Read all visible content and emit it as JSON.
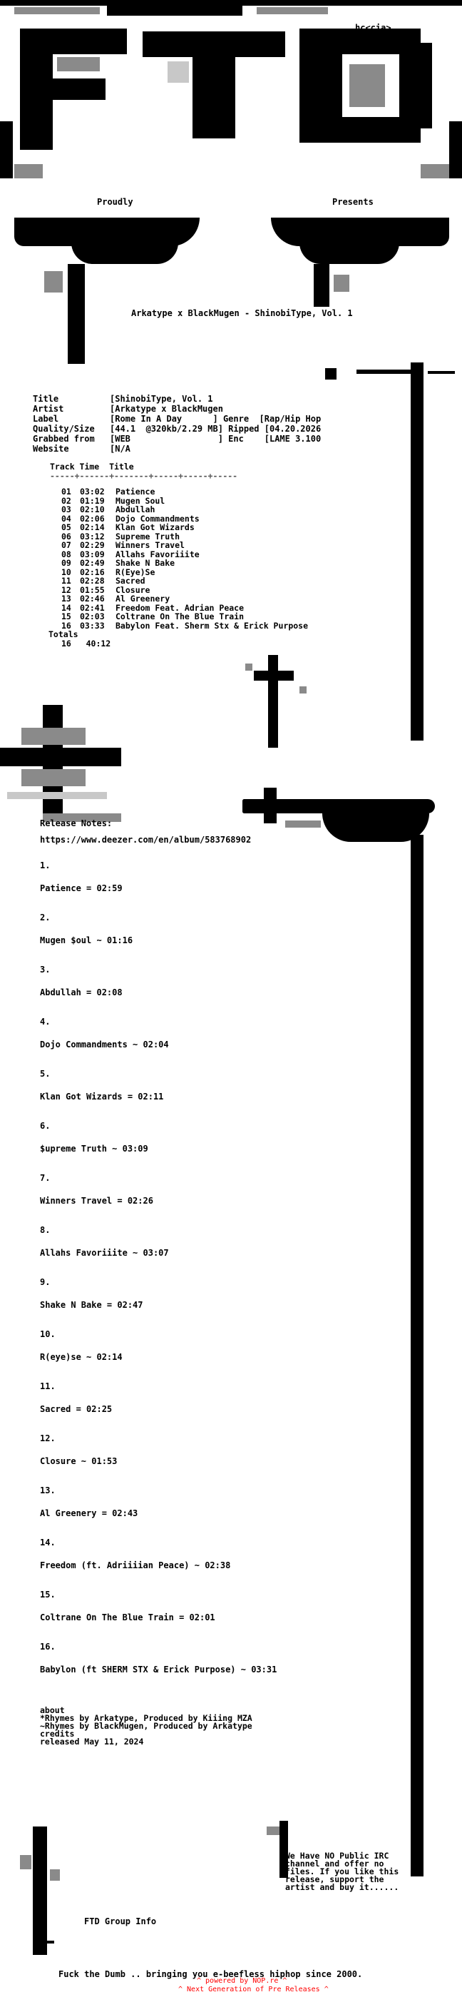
{
  "header": {
    "tag": "hc<cia>",
    "logo_text": "FTD",
    "proudly": "Proudly",
    "presents": "Presents",
    "release_title": "Arkatype x BlackMugen - ShinobiType, Vol. 1"
  },
  "info": {
    "rows": [
      {
        "key": "Title",
        "value": "[ShinobiType, Vol. 1"
      },
      {
        "key": "Artist",
        "value": "[Arkatype x BlackMugen"
      },
      {
        "key": "Label",
        "value": "[Rome In A Day      ] Genre  [Rap/Hip Hop"
      },
      {
        "key": "Quality/Size",
        "value": "[44.1  @320kb/2.29 MB] Ripped [04.20.2026"
      },
      {
        "key": "Grabbed from",
        "value": "[WEB                 ] Enc    [LAME 3.100"
      },
      {
        "key": "Website",
        "value": "[N/A"
      }
    ]
  },
  "tracklist": {
    "header": "Track Time  Title",
    "rule": "-----+------+-------+-----+-----+-----",
    "tracks": [
      {
        "no": "01",
        "time": "03:02",
        "title": "Patience"
      },
      {
        "no": "02",
        "time": "01:19",
        "title": "Mugen Soul"
      },
      {
        "no": "03",
        "time": "02:10",
        "title": "Abdullah"
      },
      {
        "no": "04",
        "time": "02:06",
        "title": "Dojo Commandments"
      },
      {
        "no": "05",
        "time": "02:14",
        "title": "Klan Got Wizards"
      },
      {
        "no": "06",
        "time": "03:12",
        "title": "Supreme Truth"
      },
      {
        "no": "07",
        "time": "02:29",
        "title": "Winners Travel"
      },
      {
        "no": "08",
        "time": "03:09",
        "title": "Allahs Favoriiite"
      },
      {
        "no": "09",
        "time": "02:49",
        "title": "Shake N Bake"
      },
      {
        "no": "10",
        "time": "02:16",
        "title": "R(Eye)Se"
      },
      {
        "no": "11",
        "time": "02:28",
        "title": "Sacred"
      },
      {
        "no": "12",
        "time": "01:55",
        "title": "Closure"
      },
      {
        "no": "13",
        "time": "02:46",
        "title": "Al Greenery"
      },
      {
        "no": "14",
        "time": "02:41",
        "title": "Freedom Feat. Adrian Peace"
      },
      {
        "no": "15",
        "time": "02:03",
        "title": "Coltrane On The Blue Train"
      },
      {
        "no": "16",
        "time": "03:33",
        "title": "Babylon Feat. Sherm Stx & Erick Purpose"
      }
    ],
    "totals_label": "Totals",
    "totals_value": "16   40:12"
  },
  "notes": {
    "heading": "Release Notes:",
    "url": "https://www.deezer.com/en/album/583768902",
    "entries": [
      {
        "num": "1.",
        "line": "Patience = 02:59"
      },
      {
        "num": "2.",
        "line": "Mugen $oul ~ 01:16"
      },
      {
        "num": "3.",
        "line": "Abdullah = 02:08"
      },
      {
        "num": "4.",
        "line": "Dojo Commandments ~ 02:04"
      },
      {
        "num": "5.",
        "line": "Klan Got Wizards = 02:11"
      },
      {
        "num": "6.",
        "line": "$upreme Truth ~ 03:09"
      },
      {
        "num": "7.",
        "line": "Winners Travel = 02:26"
      },
      {
        "num": "8.",
        "line": "Allahs Favoriiite ~ 03:07"
      },
      {
        "num": "9.",
        "line": "Shake N Bake = 02:47"
      },
      {
        "num": "10.",
        "line": "R(eye)se ~ 02:14"
      },
      {
        "num": "11.",
        "line": "Sacred = 02:25"
      },
      {
        "num": "12.",
        "line": "Closure ~ 01:53"
      },
      {
        "num": "13.",
        "line": "Al Greenery = 02:43"
      },
      {
        "num": "14.",
        "line": "Freedom (ft. Adriiiian Peace) ~ 02:38"
      },
      {
        "num": "15.",
        "line": "Coltrane On The Blue Train = 02:01"
      },
      {
        "num": "16.",
        "line": "Babylon (ft SHERM STX & Erick Purpose) ~ 03:31"
      }
    ],
    "about": [
      "about",
      "*Rhymes by Arkatype, Produced by Kiiing MZA",
      "~Rhymes by BlackMugen, Produced by Arkatype",
      "credits",
      "released May 11, 2024"
    ]
  },
  "footer": {
    "irc_text": [
      "We Have NO Public IRC",
      "channel and offer no",
      "files. If you like this",
      "release, support the",
      "artist and buy it......"
    ],
    "group_info": "FTD Group Info",
    "tagline": "Fuck the Dumb .. bringing you e-beefless hiphop since 2000.",
    "powered": "^ powered by NOP.re ^",
    "next_gen": "^ Next Generation of Pre Releases ^",
    "accent_color": "#ff0000"
  }
}
